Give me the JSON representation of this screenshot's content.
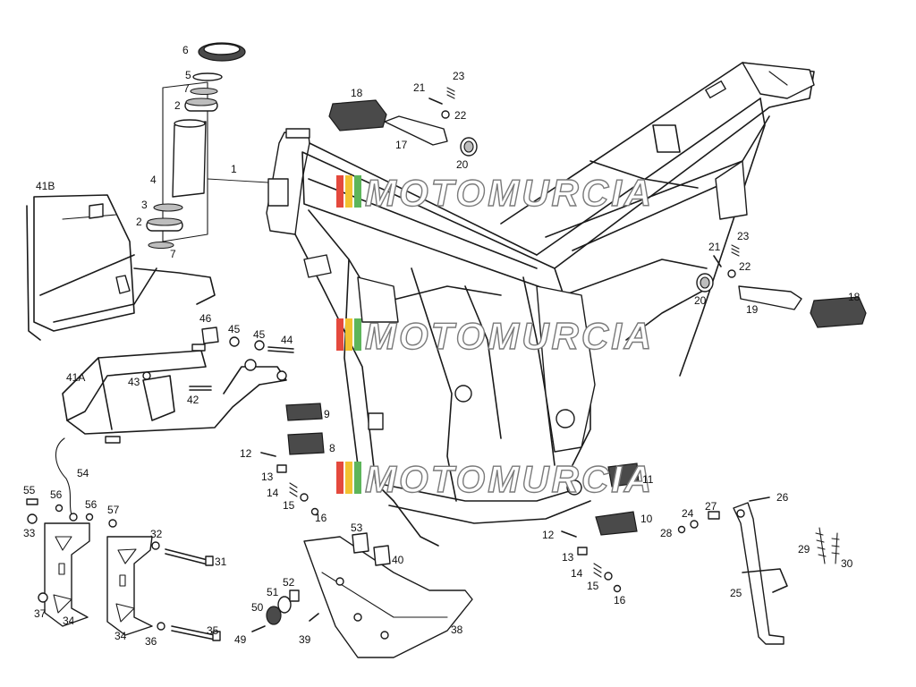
{
  "watermark": {
    "text": "MOTOMURCIA",
    "colors": {
      "red": "#e4493d",
      "yellow": "#f2c230",
      "green": "#5db55a",
      "outline": "#7a7a7a"
    }
  },
  "labels": [
    {
      "id": "l6",
      "text": "6"
    },
    {
      "id": "l5",
      "text": "5"
    },
    {
      "id": "l7a",
      "text": "7"
    },
    {
      "id": "l2a",
      "text": "2"
    },
    {
      "id": "l4",
      "text": "4"
    },
    {
      "id": "l3",
      "text": "3"
    },
    {
      "id": "l2b",
      "text": "2"
    },
    {
      "id": "l7b",
      "text": "7"
    },
    {
      "id": "l1",
      "text": "1"
    },
    {
      "id": "l41b",
      "text": "41B"
    },
    {
      "id": "l18a",
      "text": "18"
    },
    {
      "id": "l17",
      "text": "17"
    },
    {
      "id": "l21a",
      "text": "21"
    },
    {
      "id": "l23a",
      "text": "23"
    },
    {
      "id": "l22a",
      "text": "22"
    },
    {
      "id": "l20a",
      "text": "20"
    },
    {
      "id": "l46",
      "text": "46"
    },
    {
      "id": "l45a",
      "text": "45"
    },
    {
      "id": "l45b",
      "text": "45"
    },
    {
      "id": "l44",
      "text": "44"
    },
    {
      "id": "l41a",
      "text": "41A"
    },
    {
      "id": "l43",
      "text": "43"
    },
    {
      "id": "l42",
      "text": "42"
    },
    {
      "id": "l9",
      "text": "9"
    },
    {
      "id": "l8",
      "text": "8"
    },
    {
      "id": "l12a",
      "text": "12"
    },
    {
      "id": "l13a",
      "text": "13"
    },
    {
      "id": "l14a",
      "text": "14"
    },
    {
      "id": "l15a",
      "text": "15"
    },
    {
      "id": "l16a",
      "text": "16"
    },
    {
      "id": "l54",
      "text": "54"
    },
    {
      "id": "l55",
      "text": "55"
    },
    {
      "id": "l56a",
      "text": "56"
    },
    {
      "id": "l56b",
      "text": "56"
    },
    {
      "id": "l57",
      "text": "57"
    },
    {
      "id": "l33",
      "text": "33"
    },
    {
      "id": "l32",
      "text": "32"
    },
    {
      "id": "l31",
      "text": "31"
    },
    {
      "id": "l37",
      "text": "37"
    },
    {
      "id": "l34a",
      "text": "34"
    },
    {
      "id": "l34b",
      "text": "34"
    },
    {
      "id": "l36",
      "text": "36"
    },
    {
      "id": "l35",
      "text": "35"
    },
    {
      "id": "l53",
      "text": "53"
    },
    {
      "id": "l40",
      "text": "40"
    },
    {
      "id": "l52",
      "text": "52"
    },
    {
      "id": "l51",
      "text": "51"
    },
    {
      "id": "l50",
      "text": "50"
    },
    {
      "id": "l49",
      "text": "49"
    },
    {
      "id": "l39",
      "text": "39"
    },
    {
      "id": "l38",
      "text": "38"
    },
    {
      "id": "l11",
      "text": "11"
    },
    {
      "id": "l10",
      "text": "10"
    },
    {
      "id": "l12b",
      "text": "12"
    },
    {
      "id": "l13b",
      "text": "13"
    },
    {
      "id": "l14b",
      "text": "14"
    },
    {
      "id": "l15b",
      "text": "15"
    },
    {
      "id": "l16b",
      "text": "16"
    },
    {
      "id": "l21b",
      "text": "21"
    },
    {
      "id": "l23b",
      "text": "23"
    },
    {
      "id": "l22b",
      "text": "22"
    },
    {
      "id": "l20b",
      "text": "20"
    },
    {
      "id": "l19",
      "text": "19"
    },
    {
      "id": "l18b",
      "text": "18"
    },
    {
      "id": "l24",
      "text": "24"
    },
    {
      "id": "l27",
      "text": "27"
    },
    {
      "id": "l26",
      "text": "26"
    },
    {
      "id": "l28",
      "text": "28"
    },
    {
      "id": "l25",
      "text": "25"
    },
    {
      "id": "l29",
      "text": "29"
    },
    {
      "id": "l30",
      "text": "30"
    }
  ]
}
